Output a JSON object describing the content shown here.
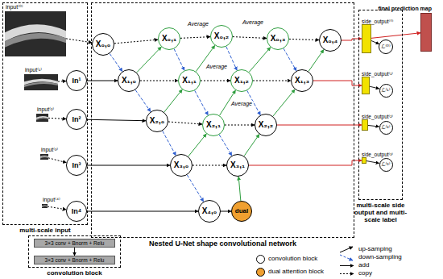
{
  "diagram": {
    "nodes": [
      {
        "text": [
          "multi-scale input"
        ]
      },
      {
        "text": [
          "input⁽⁰⁾"
        ],
        "in": 0
      },
      {
        "text": [
          "input⁽¹⁾"
        ],
        "in": 0
      },
      {
        "text": [
          "In¹"
        ],
        "in": 0
      },
      {
        "text": [
          "input⁽²⁾"
        ],
        "in": 0
      },
      {
        "text": [
          "In²"
        ],
        "in": 0
      },
      {
        "text": [
          "input⁽³⁾"
        ],
        "in": 0
      },
      {
        "text": [
          "In³"
        ],
        "in": 0
      },
      {
        "text": [
          "input⁽⁴⁾"
        ],
        "in": 0
      },
      {
        "text": [
          "In⁴"
        ],
        "in": 0
      },
      {
        "text": [
          "Nested U-Net shape convolutional network"
        ]
      },
      {
        "text": [
          "X₀,₀"
        ],
        "in": 10
      },
      {
        "text": [
          "X₀,₁"
        ],
        "in": 10
      },
      {
        "text": [
          "X₀,₂"
        ],
        "in": 10
      },
      {
        "text": [
          "X₀,₃"
        ],
        "in": 10
      },
      {
        "text": [
          "X₀,₄"
        ],
        "in": 10
      },
      {
        "text": [
          "X₁,₀"
        ],
        "in": 10
      },
      {
        "text": [
          "X₁,₁"
        ],
        "in": 10
      },
      {
        "text": [
          "X₁,₂"
        ],
        "in": 10
      },
      {
        "text": [
          "X₁,₃"
        ],
        "in": 10
      },
      {
        "text": [
          "X₂,₀"
        ],
        "in": 10
      },
      {
        "text": [
          "X₂,₁"
        ],
        "in": 10
      },
      {
        "text": [
          "X₂,₂"
        ],
        "in": 10
      },
      {
        "text": [
          "X₃,₀"
        ],
        "in": 10
      },
      {
        "text": [
          "X₃,₁"
        ],
        "in": 10
      },
      {
        "text": [
          "X₄,₀"
        ],
        "in": 10
      },
      {
        "text": [
          "dual"
        ],
        "in": 10
      },
      {
        "text": [
          "multi-scale side output and multi-scale label"
        ]
      },
      {
        "text": [
          "side_output⁽⁰⁾"
        ],
        "in": 27
      },
      {
        "text": [
          "ℒ⁽⁰⁾"
        ],
        "in": 27
      },
      {
        "text": [
          "side_output⁽¹⁾"
        ],
        "in": 27
      },
      {
        "text": [
          "ℒ⁽¹⁾"
        ],
        "in": 27
      },
      {
        "text": [
          "side_output⁽²⁾"
        ],
        "in": 27
      },
      {
        "text": [
          "ℒ⁽²⁾"
        ],
        "in": 27
      },
      {
        "text": [
          "side_output⁽³⁾"
        ],
        "in": 27
      },
      {
        "text": [
          "ℒ⁽³⁾"
        ],
        "in": 27
      },
      {
        "text": [
          "final prediction map"
        ]
      },
      {
        "text": [
          "convolution block"
        ]
      },
      {
        "text": [
          "3×3 conv + Bnorm + Relu"
        ],
        "in": 37
      },
      {
        "text": [
          "3×3 conv + Bnorm + Relu"
        ],
        "in": 37
      }
    ],
    "edges": [
      {
        "from": 1,
        "to": 11,
        "arrow": "to"
      },
      {
        "from": 2,
        "to": 3,
        "arrow": "to"
      },
      {
        "from": 4,
        "to": 5,
        "arrow": "to"
      },
      {
        "from": 6,
        "to": 7,
        "arrow": "to"
      },
      {
        "from": 8,
        "to": 9,
        "arrow": "to"
      },
      {
        "from": 3,
        "to": 16,
        "arrow": "to"
      },
      {
        "from": 5,
        "to": 20,
        "arrow": "to"
      },
      {
        "from": 7,
        "to": 23,
        "arrow": "to"
      },
      {
        "from": 9,
        "to": 25,
        "arrow": "to"
      },
      {
        "from": 11,
        "to": 16,
        "arrow": "to"
      },
      {
        "from": 16,
        "to": 20,
        "arrow": "to"
      },
      {
        "from": 20,
        "to": 23,
        "arrow": "to"
      },
      {
        "from": 23,
        "to": 25,
        "arrow": "to"
      },
      {
        "from": 12,
        "to": 17,
        "arrow": "to"
      },
      {
        "from": 13,
        "to": 18,
        "arrow": "to"
      },
      {
        "from": 14,
        "to": 19,
        "arrow": "to"
      },
      {
        "from": 17,
        "to": 21,
        "arrow": "to"
      },
      {
        "from": 18,
        "to": 22,
        "arrow": "to"
      },
      {
        "from": 21,
        "to": 24,
        "arrow": "to"
      },
      {
        "from": 16,
        "to": 12,
        "arrow": "to"
      },
      {
        "from": 17,
        "to": 13,
        "arrow": "to"
      },
      {
        "from": 18,
        "to": 14,
        "arrow": "to"
      },
      {
        "from": 19,
        "to": 15,
        "arrow": "to"
      },
      {
        "from": 20,
        "to": 17,
        "arrow": "to"
      },
      {
        "from": 21,
        "to": 18,
        "arrow": "to"
      },
      {
        "from": 22,
        "to": 19,
        "arrow": "to"
      },
      {
        "from": 23,
        "to": 21,
        "arrow": "to"
      },
      {
        "from": 24,
        "to": 22,
        "arrow": "to"
      },
      {
        "from": 26,
        "to": 24,
        "arrow": "to"
      },
      {
        "from": 11,
        "to": 12,
        "arrow": "to"
      },
      {
        "from": 12,
        "to": 13,
        "arrow": "to"
      },
      {
        "from": 13,
        "to": 14,
        "arrow": "to"
      },
      {
        "from": 14,
        "to": 15,
        "arrow": "to"
      },
      {
        "from": 16,
        "to": 17,
        "arrow": "to"
      },
      {
        "from": 17,
        "to": 18,
        "arrow": "to"
      },
      {
        "from": 18,
        "to": 19,
        "arrow": "to"
      },
      {
        "from": 20,
        "to": 21,
        "arrow": "to"
      },
      {
        "from": 21,
        "to": 22,
        "arrow": "to"
      },
      {
        "from": 23,
        "to": 24,
        "arrow": "to"
      },
      {
        "from": 25,
        "to": 26,
        "arrow": "to"
      },
      {
        "from": 15,
        "to": 28,
        "arrow": "to"
      },
      {
        "from": 19,
        "to": 30,
        "arrow": "to"
      },
      {
        "from": 22,
        "to": 32,
        "arrow": "to"
      },
      {
        "from": 24,
        "to": 34,
        "arrow": "to"
      },
      {
        "from": 28,
        "to": 29,
        "arrow": "to"
      },
      {
        "from": 30,
        "to": 31,
        "arrow": "to"
      },
      {
        "from": 32,
        "to": 33,
        "arrow": "to"
      },
      {
        "from": 34,
        "to": 35,
        "arrow": "to"
      },
      {
        "from": 28,
        "to": 36,
        "arrow": "to"
      },
      {
        "from": 38,
        "to": 39,
        "arrow": "to"
      }
    ],
    "labels": [
      "Average",
      "Average",
      "Average",
      "Average"
    ],
    "legend": [
      {
        "text": "convolution block"
      },
      {
        "text": "dual attention block",
        "color": "#f0a030"
      },
      {
        "text": "up-samping"
      },
      {
        "text": "down-sampling"
      },
      {
        "text": "add"
      },
      {
        "text": "copy"
      }
    ]
  }
}
